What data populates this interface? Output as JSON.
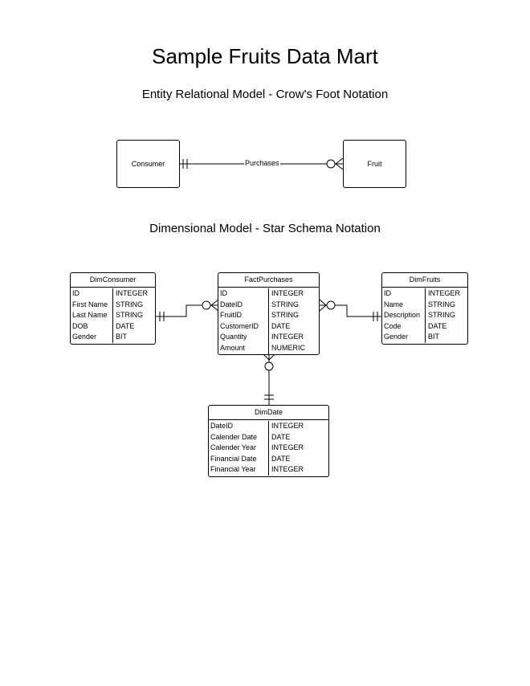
{
  "title": "Sample Fruits Data Mart",
  "erd": {
    "subtitle": "Entity Relational Model - Crow's Foot Notation",
    "consumer": "Consumer",
    "fruit": "Fruit",
    "relationship": "Purchases"
  },
  "dimensional": {
    "subtitle": "Dimensional Model - Star Schema Notation",
    "dim_consumer": {
      "name": "DimConsumer",
      "rows": [
        {
          "field": "ID",
          "type": "INTEGER"
        },
        {
          "field": "First Name",
          "type": "STRING"
        },
        {
          "field": "Last Name",
          "type": "STRING"
        },
        {
          "field": "DOB",
          "type": "DATE"
        },
        {
          "field": "Gender",
          "type": "BIT"
        }
      ]
    },
    "fact_purchases": {
      "name": "FactPurchases",
      "rows": [
        {
          "field": "ID",
          "type": "INTEGER"
        },
        {
          "field": "DateID",
          "type": "STRING"
        },
        {
          "field": "FruitID",
          "type": "STRING"
        },
        {
          "field": "CustomerID",
          "type": "DATE"
        },
        {
          "field": "Quantity",
          "type": "INTEGER"
        },
        {
          "field": "Amount",
          "type": "NUMERIC"
        }
      ]
    },
    "dim_fruits": {
      "name": "DimFruits",
      "rows": [
        {
          "field": "ID",
          "type": "INTEGER"
        },
        {
          "field": "Name",
          "type": "STRING"
        },
        {
          "field": "Description",
          "type": "STRING"
        },
        {
          "field": "Code",
          "type": "DATE"
        },
        {
          "field": "Gender",
          "type": "BIT"
        }
      ]
    },
    "dim_date": {
      "name": "DimDate",
      "rows": [
        {
          "field": "DateID",
          "type": "INTEGER"
        },
        {
          "field": "Calender Date",
          "type": "DATE"
        },
        {
          "field": "Calender Year",
          "type": "INTEGER"
        },
        {
          "field": "Financial Date",
          "type": "DATE"
        },
        {
          "field": "Financial Year",
          "type": "INTEGER"
        }
      ]
    }
  }
}
